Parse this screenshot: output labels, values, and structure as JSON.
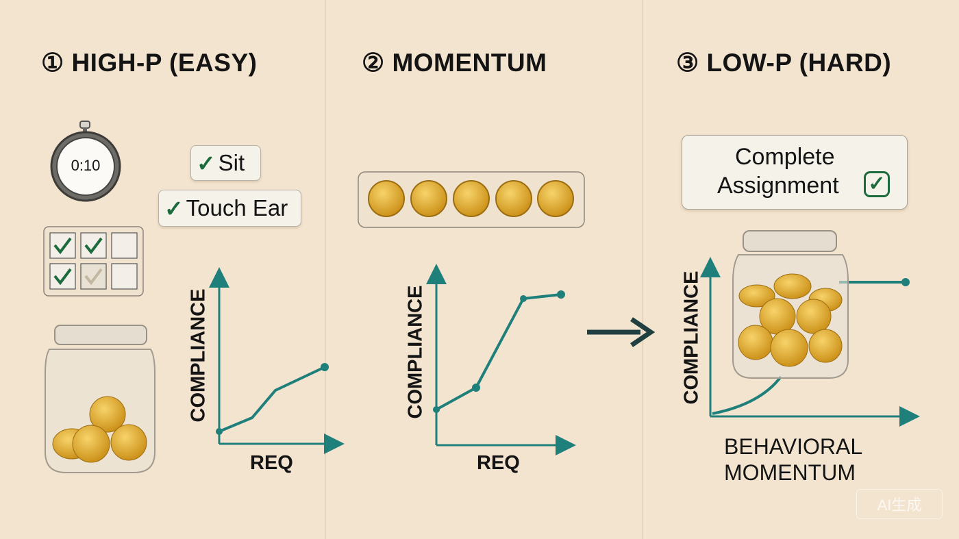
{
  "panels": [
    {
      "title": "① HIGH-P (EASY)",
      "timer": "0:10",
      "tasks": [
        "Sit",
        "Touch Ear"
      ],
      "y_label": "COMPLIANCE",
      "x_label": "REQ"
    },
    {
      "title": "② MOMENTUM",
      "y_label": "COMPLIANCE",
      "x_label": "REQ"
    },
    {
      "title": "③ LOW-P (HARD)",
      "task": "Complete Assignment",
      "task_line1": "Complete",
      "task_line2": "Assignment",
      "y_label": "COMPLIANCE",
      "x_label_line1": "BEHAVIORAL",
      "x_label_line2": "MOMENTUM"
    }
  ],
  "checkmark": "✓",
  "watermark": "AI生成",
  "colors": {
    "background": "#f3e4cf",
    "teal": "#1f7f7a",
    "coin": "#e0a526",
    "check": "#1c6b3c"
  }
}
